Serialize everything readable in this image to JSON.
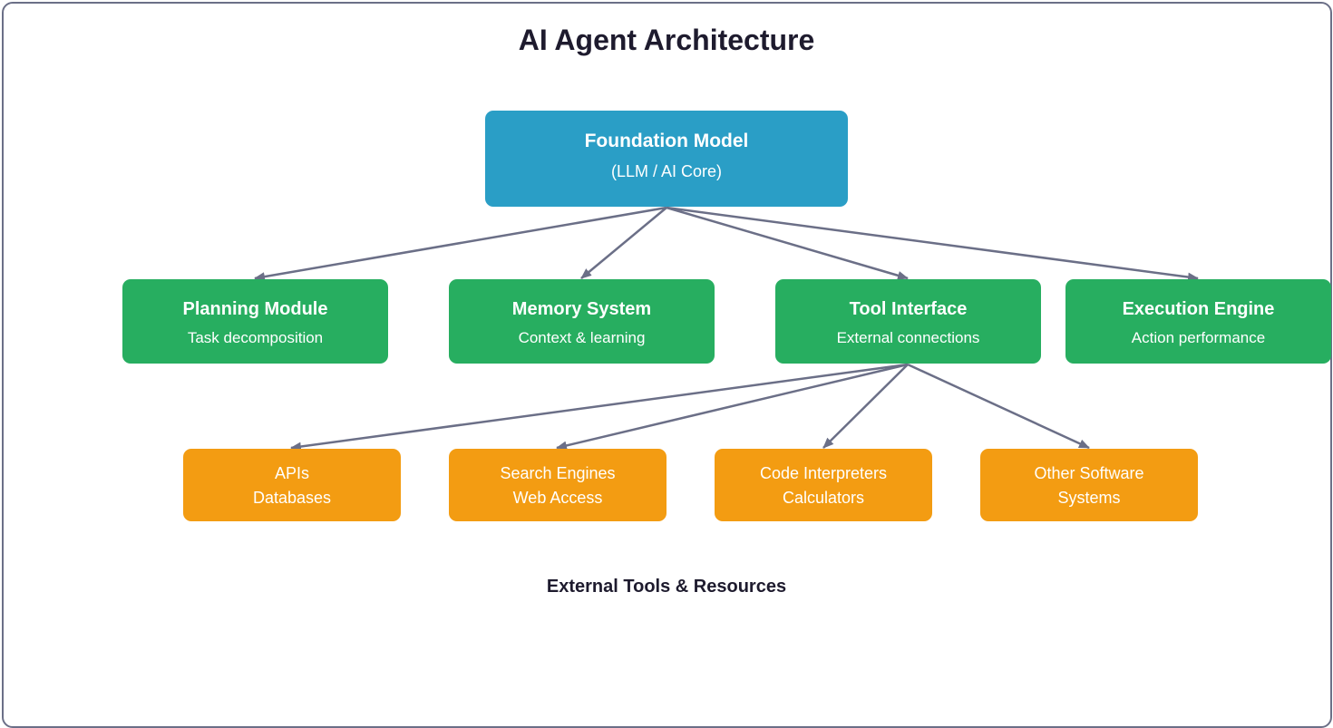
{
  "title": "AI Agent Architecture",
  "foundation": {
    "title": "Foundation Model",
    "subtitle": "(LLM / AI Core)"
  },
  "modules": [
    {
      "title": "Planning Module",
      "subtitle": "Task decomposition"
    },
    {
      "title": "Memory System",
      "subtitle": "Context & learning"
    },
    {
      "title": "Tool Interface",
      "subtitle": "External connections"
    },
    {
      "title": "Execution Engine",
      "subtitle": "Action performance"
    }
  ],
  "tools": [
    {
      "line1": "APIs",
      "line2": "Databases"
    },
    {
      "line1": "Search Engines",
      "line2": "Web Access"
    },
    {
      "line1": "Code Interpreters",
      "line2": "Calculators"
    },
    {
      "line1": "Other Software",
      "line2": "Systems"
    }
  ],
  "tools_caption": "External Tools & Resources",
  "colors": {
    "foundation": "#2a9ec6",
    "module": "#27ae60",
    "tool": "#f39c12",
    "arrow": "#6b6f87",
    "border": "#6b6f87"
  }
}
